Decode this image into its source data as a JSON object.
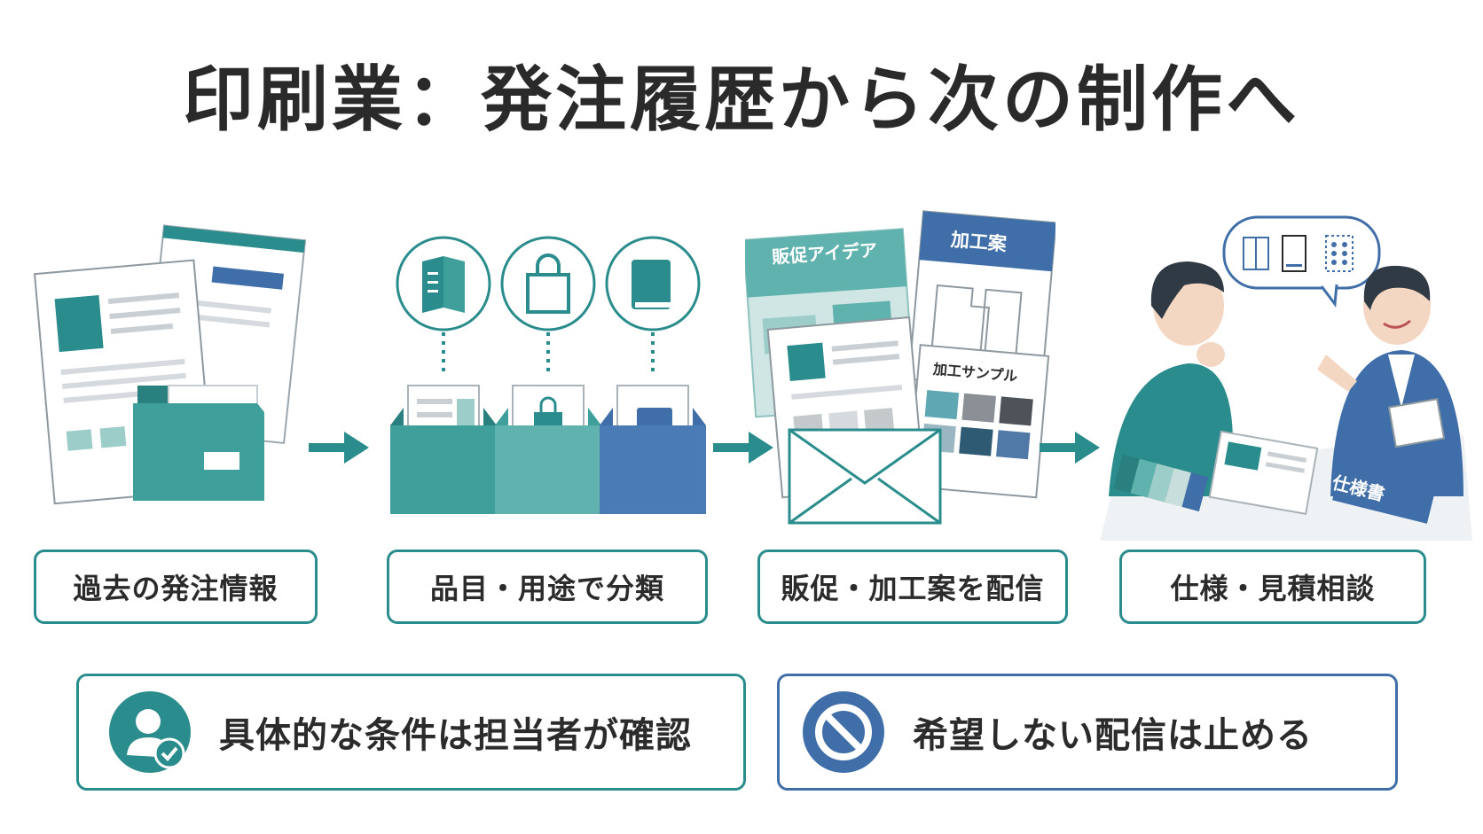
{
  "title": "印刷業：発注履歴から次の制作へ",
  "steps": [
    {
      "label": "過去の発注情報"
    },
    {
      "label": "品目・用途で分類"
    },
    {
      "label": "販促・加工案を配信"
    },
    {
      "label": "仕様・見積相談"
    }
  ],
  "scene3": {
    "card_promo": "販促アイデア",
    "card_process": "加工案",
    "card_sample": "加工サンプル"
  },
  "scene4": {
    "spec_book": "仕様書"
  },
  "notes": [
    {
      "text": "具体的な条件は担当者が確認",
      "icon": "person-check-icon"
    },
    {
      "text": "希望しない配信は止める",
      "icon": "prohibit-icon"
    }
  ],
  "colors": {
    "teal": "#2a8c8c",
    "teal_light": "#5fb2ae",
    "blue": "#3f6ea8",
    "text": "#2b2b2b"
  }
}
